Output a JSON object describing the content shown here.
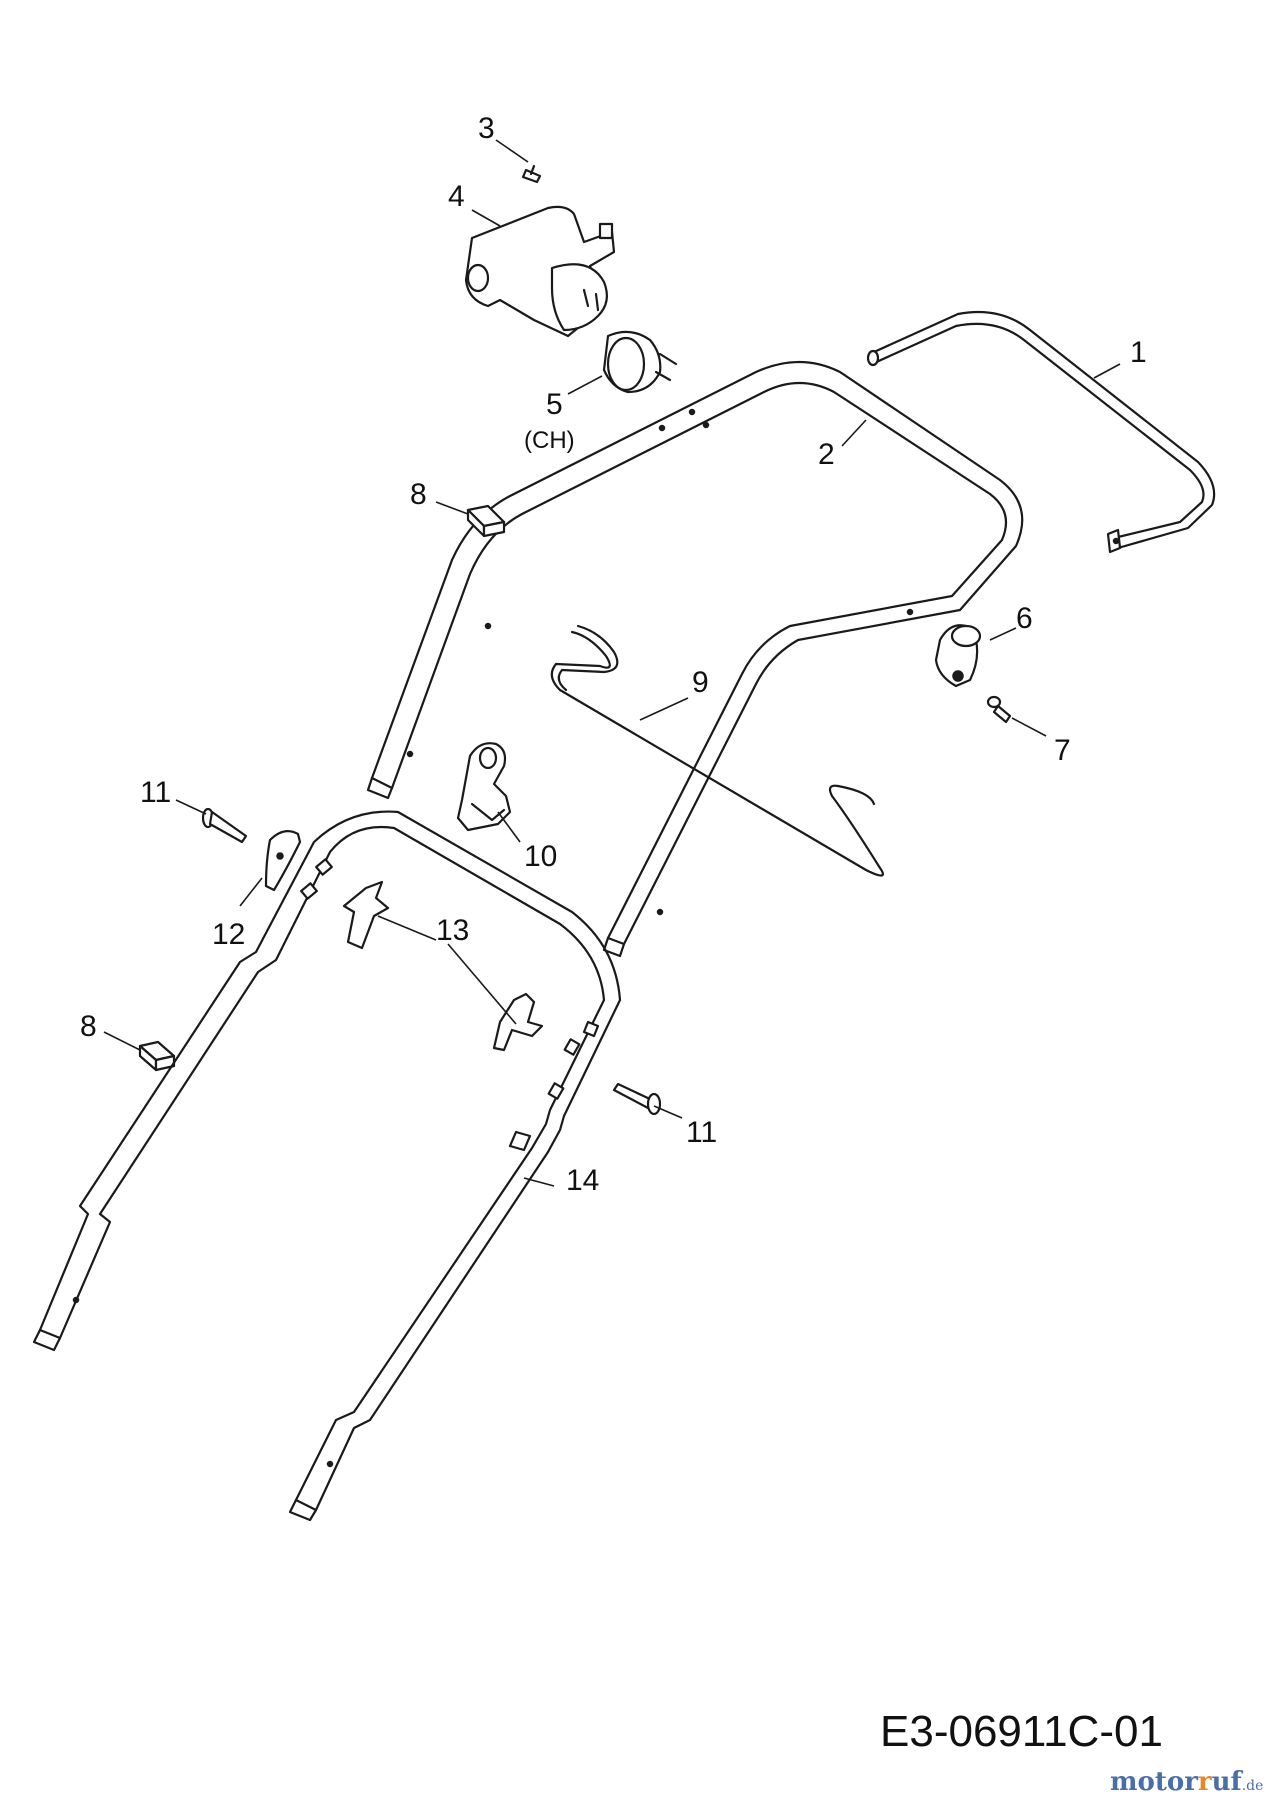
{
  "diagram": {
    "parts": [
      {
        "id": "part-1",
        "label": "1"
      },
      {
        "id": "part-2",
        "label": "2"
      },
      {
        "id": "part-3",
        "label": "3"
      },
      {
        "id": "part-4",
        "label": "4"
      },
      {
        "id": "part-5",
        "label": "5",
        "note": "(CH)"
      },
      {
        "id": "part-6",
        "label": "6"
      },
      {
        "id": "part-7",
        "label": "7"
      },
      {
        "id": "part-8",
        "label": "8"
      },
      {
        "id": "part-9",
        "label": "9"
      },
      {
        "id": "part-10",
        "label": "10"
      },
      {
        "id": "part-11",
        "label": "11"
      },
      {
        "id": "part-12",
        "label": "12"
      },
      {
        "id": "part-13",
        "label": "13"
      },
      {
        "id": "part-14",
        "label": "14"
      }
    ],
    "drawing_code": "E3-06911C-01"
  },
  "watermark": {
    "name_a": "motor",
    "name_b": "uf",
    "suffix": ".de",
    "colors": {
      "primary": "#4a6fa8",
      "accent": "#e08a2a"
    }
  }
}
